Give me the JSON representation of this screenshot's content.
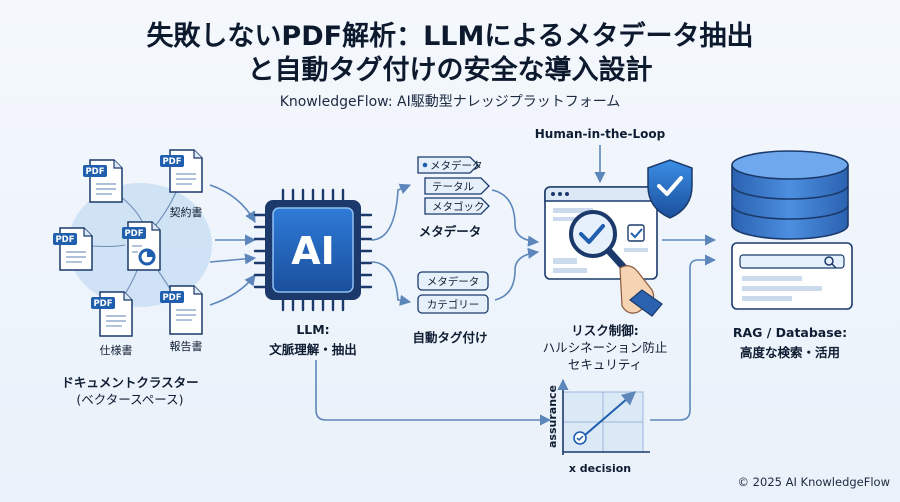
{
  "header": {
    "title_line1": "失敗しないPDF解析：LLMによるメタデータ抽出",
    "title_line2": "と自動タグ付けの安全な導入設計",
    "subtitle": "KnowledgeFlow: AI駆動型ナレッジプラットフォーム"
  },
  "cluster": {
    "doc_badge": "PDF",
    "doc_keiyaku": "契約書",
    "doc_shiyou": "仕様書",
    "doc_houkoku": "報告書",
    "label": "ドキュメントクラスター",
    "sublabel": "(ベクタースペース)"
  },
  "llm": {
    "chip_text": "AI",
    "label": "LLM:",
    "sublabel": "文脈理解・抽出"
  },
  "metadata": {
    "tags": [
      "メタデータ",
      "テータル",
      "メタゴック"
    ],
    "label": "メタデータ"
  },
  "autotag": {
    "tags": [
      "メタデータ",
      "カテゴリー"
    ],
    "label": "自動タグ付け"
  },
  "risk": {
    "hitl_label": "Human-in-the-Loop",
    "label": "リスク制御:",
    "line2": "ハルシネーション防止",
    "line3": "セキュリティ"
  },
  "database": {
    "label": "RAG / Database:",
    "sublabel": "高度な検索・活用"
  },
  "decision_chart": {
    "ylabel": "assurance",
    "xlabel": "x decision"
  },
  "footer": {
    "copyright": "© 2025 AI KnowledgeFlow"
  },
  "colors": {
    "primary": "#1f5fae",
    "dark_navy": "#1b3a6b",
    "accent_blue": "#3a8be0",
    "light_blue": "#cfe2f6",
    "tag_fill": "#e6f0fb",
    "arrow": "#5d87bb"
  }
}
